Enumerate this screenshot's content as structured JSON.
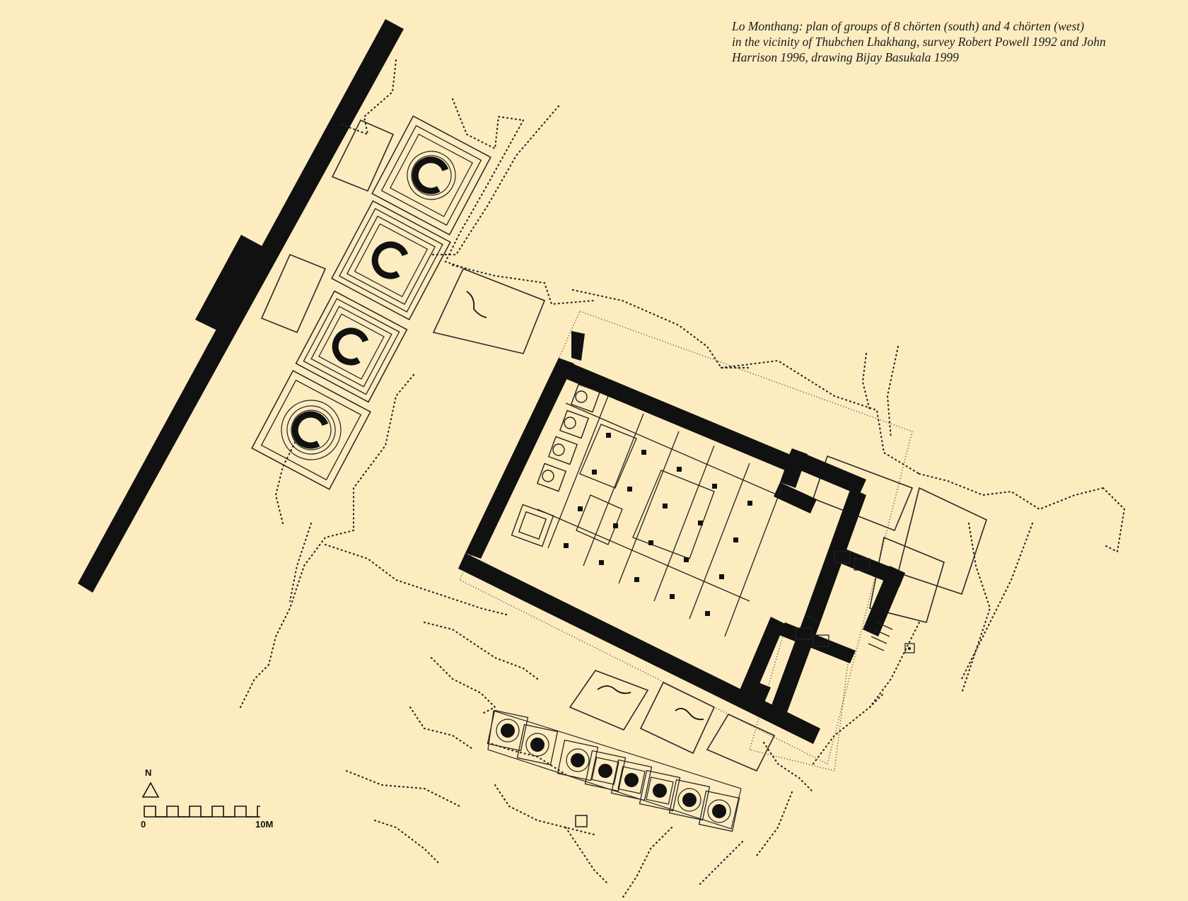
{
  "caption": {
    "line1": "Lo Monthang: plan of groups of 8 chörten (south) and 4 chörten (west)",
    "line2": "in the vicinity of Thubchen Lhakhang, survey Robert Powell 1992 and John",
    "line3": "Harrison 1996, drawing Bijay Basukala 1999"
  },
  "north_arrow": {
    "label": "N"
  },
  "scale_bar": {
    "start_label": "0",
    "end_label": "10M"
  },
  "colors": {
    "paper": "#fdecc0",
    "ink": "#111111"
  },
  "chorten_groups": {
    "west_count": 4,
    "south_count": 8
  }
}
